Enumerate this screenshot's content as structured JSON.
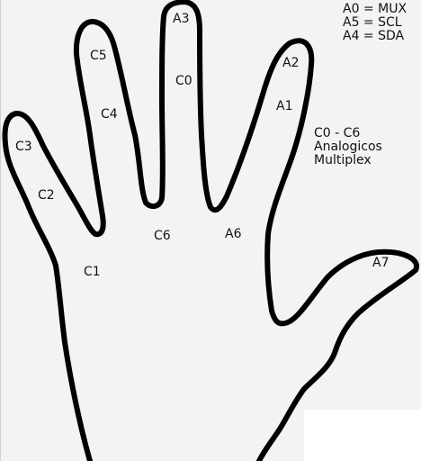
{
  "legend": {
    "line1": "A0 = MUX",
    "line2": "A5 = SCL",
    "line3": "A4 = SDA"
  },
  "note": {
    "line1": "C0 - C6",
    "line2": "Analogicos",
    "line3": "Multiplex"
  },
  "labels": {
    "a3": "A3",
    "c0": "C0",
    "c5": "C5",
    "c4": "C4",
    "a2": "A2",
    "a1": "A1",
    "c3": "C3",
    "c2": "C2",
    "c6": "C6",
    "a6": "A6",
    "c1": "C1",
    "a7": "A7"
  },
  "colors": {
    "outline": "#000000",
    "background": "#f3f3f3"
  }
}
